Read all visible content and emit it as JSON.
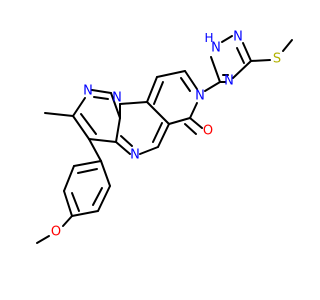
{
  "colors": {
    "bond": "#000000",
    "nitrogen": "#0000ff",
    "oxygen": "#ff0000",
    "sulfur": "#b2b200",
    "background": "#ffffff"
  },
  "labels": {
    "n_pyrazole_1": "N",
    "n_pyrazole_2": "N",
    "n_pyrimidine": "N",
    "n_pyridinone": "N",
    "o_carbonyl": "O",
    "o_methoxy": "O",
    "nh_triazole": "NH",
    "h_triazole": "H",
    "n_triazole_2": "N",
    "n_triazole_3": "N",
    "s_thioether": "S"
  }
}
